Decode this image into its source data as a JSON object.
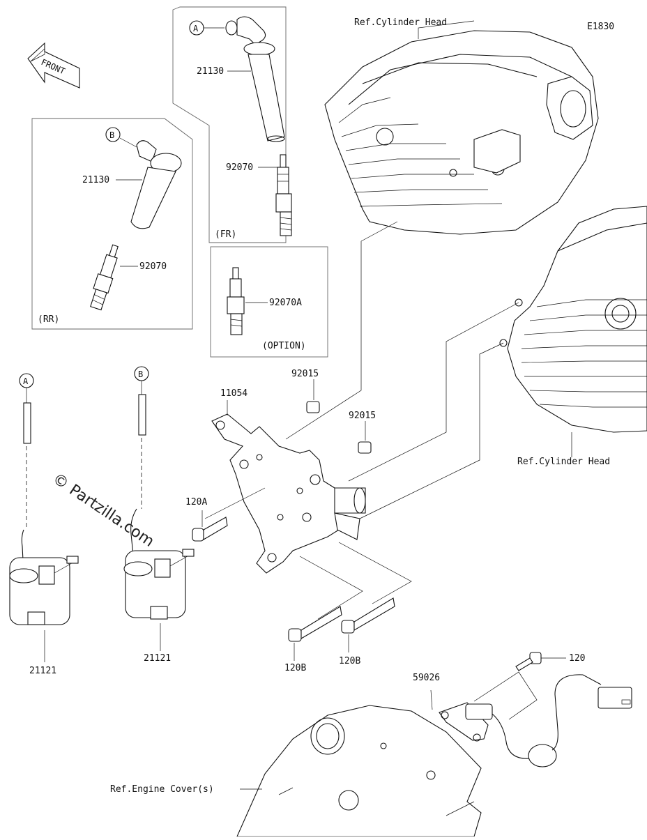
{
  "diagram": {
    "code": "E1830",
    "front_label": "FRONT",
    "watermark": "© Partzilla.com",
    "callouts": {
      "a": "A",
      "b": "B"
    },
    "groups": {
      "fr": "(FR)",
      "rr": "(RR)",
      "option": "(OPTION)"
    },
    "refs": {
      "cylinder_head_top": "Ref.Cylinder Head",
      "cylinder_head_right": "Ref.Cylinder Head",
      "engine_cover": "Ref.Engine Cover(s)"
    },
    "parts": {
      "p21130_fr": "21130",
      "p92070_fr": "92070",
      "p21130_rr": "21130",
      "p92070_rr": "92070",
      "p92070a": "92070A",
      "p11054": "11054",
      "p92015_a": "92015",
      "p92015_b": "92015",
      "p120a": "120A",
      "p120b_a": "120B",
      "p120b_b": "120B",
      "p21121_a": "21121",
      "p21121_b": "21121",
      "p59026": "59026",
      "p120": "120"
    }
  }
}
